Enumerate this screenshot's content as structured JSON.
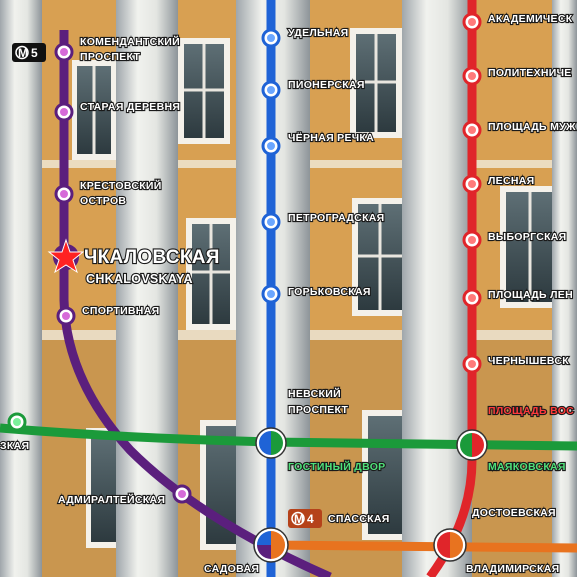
{
  "line_badges": [
    {
      "symbol": "M",
      "number": "5"
    },
    {
      "symbol": "M",
      "number": "4"
    }
  ],
  "lines": {
    "purple": {
      "color": "#5b1f7d",
      "stations": [
        "КОМЕНДАНТСКИЙ",
        "ПРОСПЕКТ",
        "СТАРАЯ ДЕРЕВНЯ",
        "КРЕСТОВСКИЙ",
        "ОСТРОВ",
        "СПОРТИВНАЯ",
        "АДМИРАЛТЕЙСКАЯ"
      ]
    },
    "blue": {
      "color": "#1f63d6",
      "stations": [
        "УДЕЛЬНАЯ",
        "ПИОНЕРСКАЯ",
        "ЧЁРНАЯ РЕЧКА",
        "ПЕТРОГРАДСКАЯ",
        "ГОРЬКОВСКАЯ",
        "НЕВСКИЙ",
        "ПРОСПЕКТ"
      ]
    },
    "red": {
      "color": "#e0252a",
      "stations": [
        "АКАДЕМИЧЕСК",
        "ПОЛИТЕХНИЧЕ",
        "ПЛОЩАДЬ МУЖ",
        "ЛЕСНАЯ",
        "ВЫБОРГСКАЯ",
        "ПЛОЩАДЬ ЛЕН",
        "ЧЕРНЫШЕВСК",
        "ПЛОЩАДЬ ВОС"
      ]
    },
    "green": {
      "color": "#1b9a3a",
      "stations": [
        "ГОСТИНЫЙ ДВОР",
        "МАЯКОВСКАЯ",
        "ЗКАЯ"
      ]
    },
    "orange": {
      "color": "#e8731f",
      "stations": [
        "СПАССКАЯ",
        "ДОСТОЕВСКАЯ",
        "ВЛАДИМИРСКАЯ"
      ]
    }
  },
  "current_station": {
    "name_ru": "ЧКАЛОВСКАЯ",
    "name_en": "CHKALOVSKAYA"
  },
  "bottom_labels": {
    "sadovaya": "САДОВАЯ"
  }
}
